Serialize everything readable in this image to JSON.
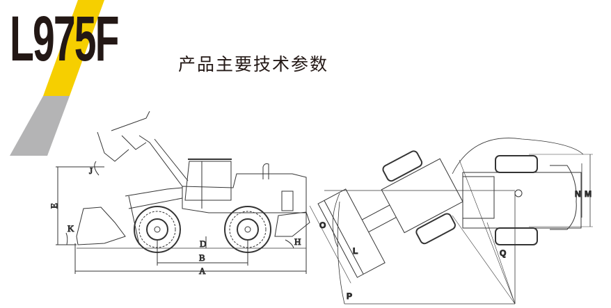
{
  "header": {
    "model": "L975F",
    "subtitle": "产品主要技术参数"
  },
  "colors": {
    "accent_yellow": "#f6cf00",
    "accent_gray": "#b4b4b5",
    "text": "#231815"
  },
  "side_view": {
    "labels": {
      "A": "A",
      "B": "B",
      "D": "D",
      "E": "E",
      "H": "H",
      "J": "J",
      "K": "K"
    }
  },
  "top_view": {
    "labels": {
      "L": "L",
      "M": "M",
      "N": "N",
      "O": "O",
      "P": "P",
      "Q": "Q"
    }
  }
}
